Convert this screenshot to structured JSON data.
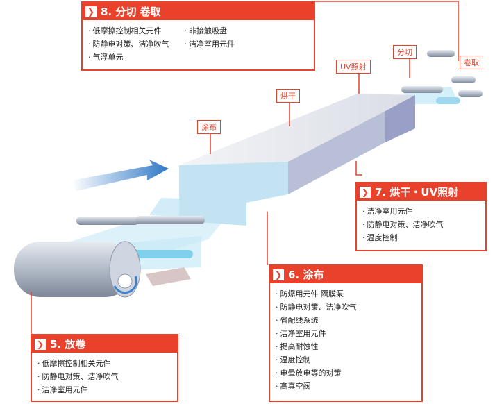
{
  "sections": {
    "s8": {
      "title": "8. 分切 卷取",
      "left": [
        "低摩擦控制相关元件",
        "防静电对策、洁净吹气",
        "气浮单元"
      ],
      "right": [
        "非接触吸盘",
        "洁净室用元件"
      ]
    },
    "s7": {
      "title": "7. 烘干・UV照射",
      "items": [
        "洁净室用元件",
        "防静电对策、洁净吹气",
        "温度控制"
      ]
    },
    "s6": {
      "title": "6. 涂布",
      "items": [
        "防爆用元件 隔膜泵",
        "防静电对策、洁净吹气",
        "省配线系统",
        "洁净室用元件",
        "提高耐蚀性",
        "温度控制",
        "电晕放电等的对策",
        "高真空阀"
      ]
    },
    "s5": {
      "title": "5. 放卷",
      "items": [
        "低摩擦控制相关元件",
        "防静电对策、洁净吹气",
        "洁净室用元件"
      ]
    }
  },
  "labels": {
    "coating": "涂布",
    "drying": "烘干",
    "uv": "UV照射",
    "slitting": "分切",
    "winding": "卷取"
  },
  "colors": {
    "accent": "#e8412c",
    "film": "#bfe6f5",
    "arrow": "#3b7fc8"
  }
}
